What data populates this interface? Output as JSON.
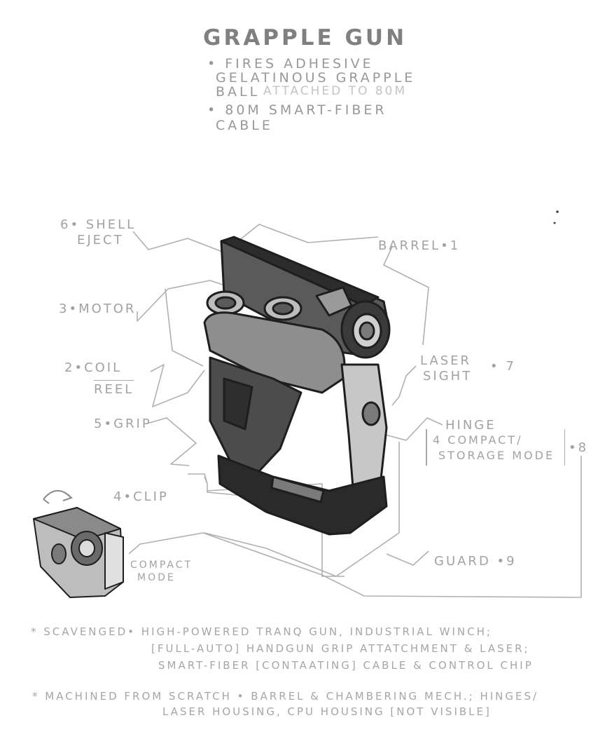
{
  "title": "GRAPPLE GUN",
  "header_notes": [
    "• FIRES ADHESIVE",
    "GELATINOUS GRAPPLE",
    "BALL",
    "• 80m SMART-FIBER",
    "CABLE"
  ],
  "struck_note": "ATTACHED TO 80m",
  "callouts": {
    "shell_eject_1": "6• SHELL",
    "shell_eject_2": "EJECT",
    "barrel": "BARREL•1",
    "motor": "3•MOTOR",
    "coil_reel_1": "2•COIL",
    "coil_reel_2": "REEL",
    "laser_sight_1": "LASER",
    "laser_sight_2": "SIGHT",
    "laser_sight_num": "• 7",
    "grip": "5•GRIP",
    "hinge_1": "HINGE",
    "hinge_2": "4 COMPACT/",
    "hinge_3": "STORAGE MODE",
    "hinge_num": "•8",
    "clip": "4•CLIP",
    "guard": "GUARD •9",
    "compact_1": "COMPACT",
    "compact_2": "MODE"
  },
  "bottom_notes": {
    "line1": "* SCAVENGED• HIGH-POWERED TRANQ GUN, INDUSTRIAL WINCH;",
    "line2": "[FULL-AUTO] HANDGUN GRIP ATTATCHMENT & LASER;",
    "line3": "SMART-FIBER [CONTAATING] CABLE & CONTROL CHIP",
    "line4": "* MACHINED FROM SCRATCH • BARREL & CHAMBERING MECH.; HINGES/",
    "line5": "LASER HOUSING, CPU HOUSING [NOT VISIBLE]"
  },
  "icons": [
    "grapple-gun-drawing",
    "compact-mode-drawing",
    "rotate-arrow-icon"
  ],
  "colors": {
    "ink": "#2a2a2a",
    "annotation": "#a0a0a0",
    "paper": "#ffffff"
  }
}
